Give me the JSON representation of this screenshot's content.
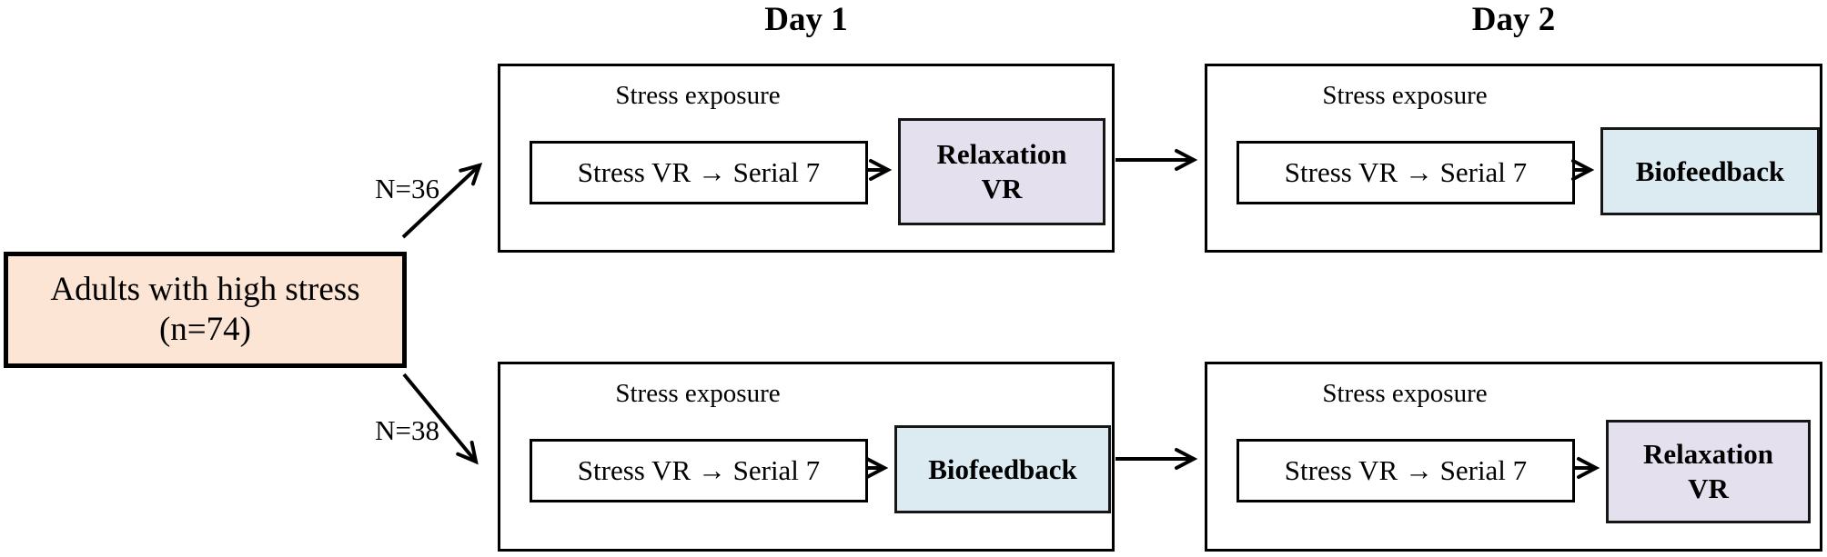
{
  "diagram": {
    "day_headers": {
      "day1": "Day 1",
      "day2": "Day 2"
    },
    "population": {
      "line1": "Adults with high stress",
      "line2": "(n=74)"
    },
    "branches": {
      "top": "N=36",
      "bottom": "N=38"
    },
    "panels": [
      {
        "day": "Day 1",
        "row": "top",
        "stress_label": "Stress exposure",
        "task": "Stress VR → Serial 7",
        "intervention": "Relaxation VR",
        "iv_line1": "Relaxation",
        "iv_line2": "VR",
        "iv_type": "relaxation"
      },
      {
        "day": "Day 2",
        "row": "top",
        "stress_label": "Stress exposure",
        "task": "Stress VR → Serial 7",
        "intervention": "Biofeedback",
        "iv_line1": "Biofeedback",
        "iv_type": "biofeedback"
      },
      {
        "day": "Day 1",
        "row": "bottom",
        "stress_label": "Stress exposure",
        "task": "Stress VR → Serial 7",
        "intervention": "Biofeedback",
        "iv_line1": "Biofeedback",
        "iv_type": "biofeedback"
      },
      {
        "day": "Day 2",
        "row": "bottom",
        "stress_label": "Stress exposure",
        "task": "Stress VR → Serial 7",
        "intervention": "Relaxation VR",
        "iv_line1": "Relaxation",
        "iv_line2": "VR",
        "iv_type": "relaxation"
      }
    ],
    "colors": {
      "population_fill": "#FCE5D5",
      "relaxation_fill": "#E5E0EE",
      "biofeedback_fill": "#DCEBF2",
      "line": "#000000"
    }
  }
}
